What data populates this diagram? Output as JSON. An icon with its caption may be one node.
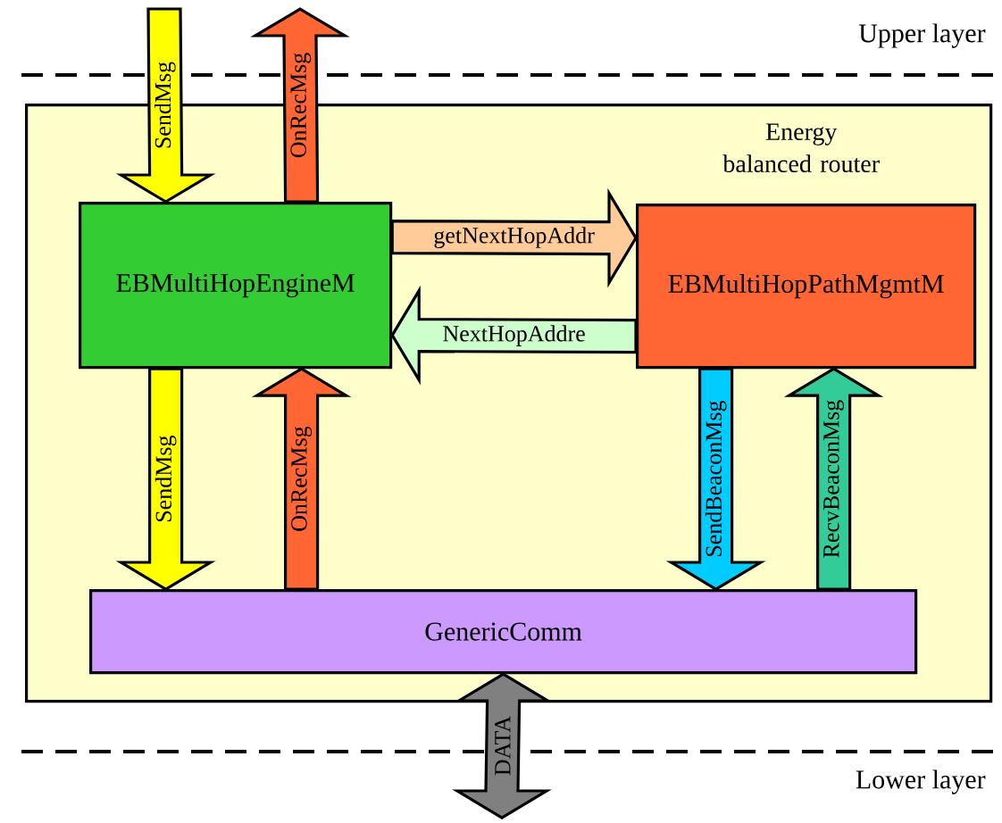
{
  "diagram": {
    "nodes": [
      {
        "text": [
          "Energy balanced router"
        ]
      },
      {
        "text": [
          "EBMultiHopEngineM"
        ],
        "in": 0
      },
      {
        "text": [
          "EBMultiHopPathMgmtM"
        ],
        "in": 0
      },
      {
        "text": [
          "GenericComm"
        ],
        "in": 0
      }
    ],
    "edges": [
      {
        "from": null,
        "to": 1,
        "arrow": "to",
        "label": "SendMsg",
        "color": "#ffff00"
      },
      {
        "from": 1,
        "to": null,
        "arrow": "to",
        "label": "OnRecMsg",
        "color": "#ff6633"
      },
      {
        "from": 1,
        "to": 2,
        "arrow": "to",
        "label": "getNextHopAddr",
        "color": "#ffcc99"
      },
      {
        "from": 2,
        "to": 1,
        "arrow": "to",
        "label": "NextHopAddre",
        "color": "#ccffcc"
      },
      {
        "from": 1,
        "to": 3,
        "arrow": "to",
        "label": "SendMsg",
        "color": "#ffff00"
      },
      {
        "from": 3,
        "to": 1,
        "arrow": "to",
        "label": "OnRecMsg",
        "color": "#ff6633"
      },
      {
        "from": 2,
        "to": 3,
        "arrow": "to",
        "label": "SendBeaconMsg",
        "color": "#00ccff"
      },
      {
        "from": 3,
        "to": 2,
        "arrow": "to",
        "label": "RecvBeaconMsg",
        "color": "#33cc99"
      },
      {
        "from": 3,
        "to": null,
        "arrow": "both",
        "label": "DATA",
        "color": "#808080"
      }
    ],
    "labels": [
      "Upper layer",
      "Lower layer"
    ]
  }
}
